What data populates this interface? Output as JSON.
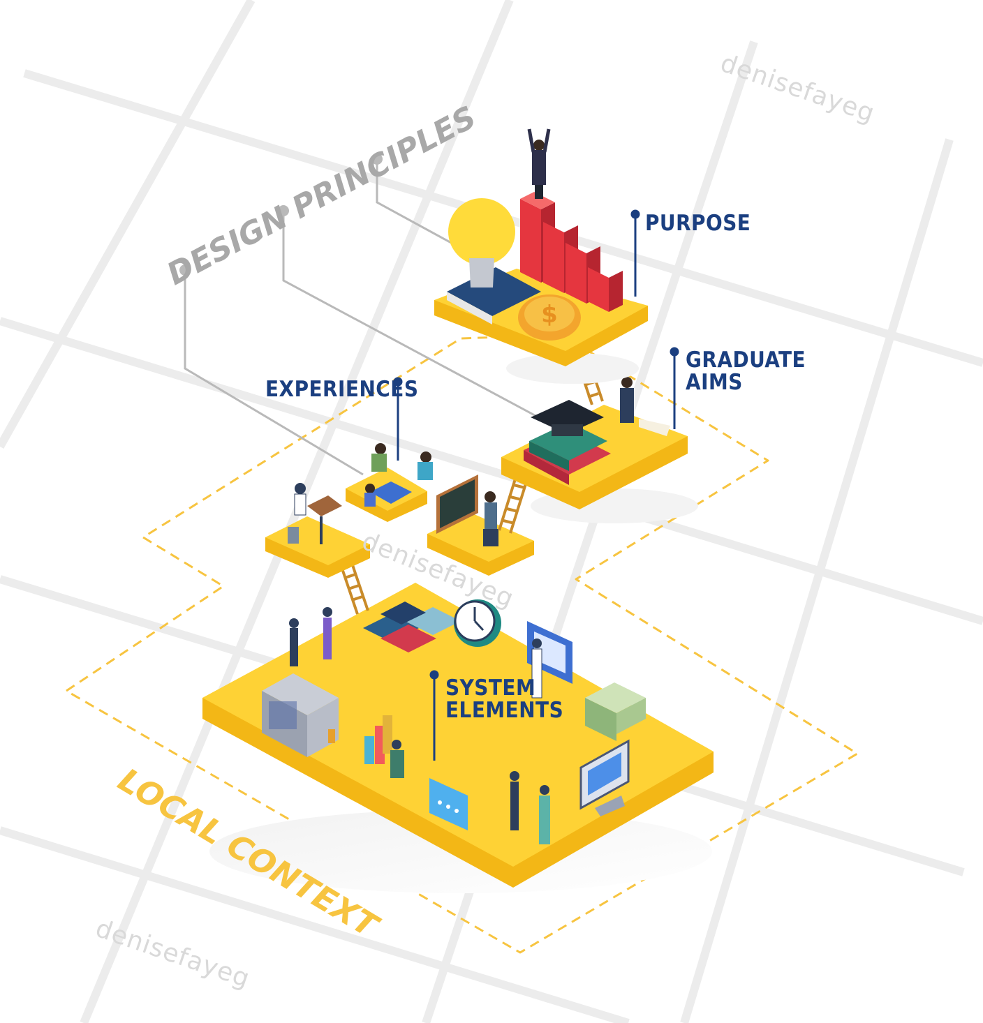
{
  "title": "DESIGN PRINCIPLES",
  "watermark": "denisefayeg",
  "layers": {
    "purpose": "PURPOSE",
    "graduate_aims": [
      "GRADUATE",
      "AIMS"
    ],
    "experiences": "EXPERIENCES",
    "system_elements": [
      "SYSTEM",
      "ELEMENTS"
    ],
    "local_context": "LOCAL CONTEXT"
  },
  "colors": {
    "platform_top": "#fed235",
    "platform_side": "#f3b716",
    "label_text": "#1b3f80",
    "title_text": "#a8a8a8",
    "dashed_outline": "#f7c440",
    "grid": "#ececec",
    "connector": "#b9b9b9"
  },
  "icons": [
    "lightbulb-icon",
    "book-icon",
    "coin-icon",
    "bar-chart-icon",
    "graduate-figure-icon",
    "graduation-cap-icon",
    "ladder-icon",
    "chalkboard-icon",
    "desk-student-icon",
    "puzzle-icon",
    "clock-icon",
    "building-icon",
    "money-stack-icon",
    "monitor-icon",
    "chat-bubble-icon",
    "people-figure-icon"
  ]
}
